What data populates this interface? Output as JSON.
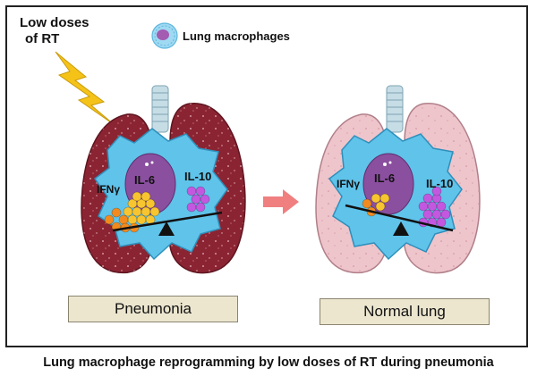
{
  "rt_label": [
    "Low doses",
    "of RT"
  ],
  "legend": {
    "icon": "macrophage-icon",
    "label": "Lung macrophages"
  },
  "left_panel": {
    "cytokines": {
      "ifn": "IFNγ",
      "il6": "IL-6",
      "il10": "IL-10"
    },
    "label": "Pneumonia"
  },
  "right_panel": {
    "cytokines": {
      "ifn": "IFNγ",
      "il6": "IL-6",
      "il10": "IL-10"
    },
    "label": "Normal lung"
  },
  "caption": "Lung macrophage reprogramming by low doses of RT during pneumonia",
  "colors": {
    "inflamed_lung": "#8b2432",
    "normal_lung": "#efc5cc",
    "macrophage": "#5fc3ea",
    "nucleus": "#8b4f9f",
    "ifn_dots": "#f28a1e",
    "il6_dots": "#f7c530",
    "il10_dots": "#c457e0",
    "arrow": "#f07f80",
    "bolt": "#f5c318"
  }
}
